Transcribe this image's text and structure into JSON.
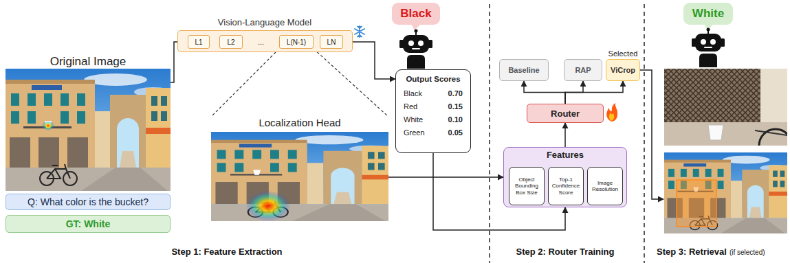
{
  "diagram": {
    "nodes": [
      {
        "text": [
          "Vision-Language Model"
        ]
      },
      {
        "text": [
          "L1"
        ],
        "in": 0
      },
      {
        "text": [
          "L2"
        ],
        "in": 0
      },
      {
        "text": [
          "L(N-1)"
        ],
        "in": 0
      },
      {
        "text": [
          "LN"
        ],
        "in": 0
      },
      {
        "text": [
          "Original Image"
        ]
      },
      {
        "text": [
          "Q: What color is the bucket?"
        ]
      },
      {
        "text": [
          "GT: White"
        ]
      },
      {
        "text": [
          "Localization Head"
        ]
      },
      {
        "text": [
          "Black"
        ]
      },
      {
        "text": [
          "Output Scores",
          "Black",
          "0.70",
          "Red",
          "0.15",
          "White",
          "0.10",
          "Green",
          "0.05"
        ]
      },
      {
        "text": [
          "Baseline"
        ]
      },
      {
        "text": [
          "RAP"
        ]
      },
      {
        "text": [
          "Selected",
          "ViCrop"
        ]
      },
      {
        "text": [
          "Router"
        ]
      },
      {
        "text": [
          "Features"
        ]
      },
      {
        "text": [
          "Object Bounding Box Size"
        ],
        "in": 15
      },
      {
        "text": [
          "Top-1 Confidence Score"
        ],
        "in": 15
      },
      {
        "text": [
          "Image Resolution"
        ],
        "in": 15
      },
      {
        "text": [
          "White"
        ]
      }
    ],
    "edges": [
      {
        "from": 5,
        "to": 1,
        "arrow": "to"
      },
      {
        "from": 1,
        "to": 2,
        "arrow": "to"
      },
      {
        "from": 2,
        "to": 3,
        "label": "...",
        "arrow": "to"
      },
      {
        "from": 3,
        "to": 4,
        "arrow": "to"
      },
      {
        "from": 3,
        "to": 8,
        "arrow": "none"
      },
      {
        "from": 4,
        "to": 10,
        "arrow": "to"
      },
      {
        "from": 8,
        "to": 15,
        "arrow": "to"
      },
      {
        "from": 10,
        "to": 15,
        "arrow": "to"
      },
      {
        "from": 15,
        "to": 14,
        "arrow": "to"
      },
      {
        "from": 14,
        "to": 11,
        "arrow": "to"
      },
      {
        "from": 14,
        "to": 12,
        "arrow": "to"
      },
      {
        "from": 14,
        "to": 13,
        "arrow": "to"
      }
    ],
    "labels": [
      "Step 1: Feature Extraction",
      "Step 2: Router Training",
      "Step 3: Retrieval",
      "(if selected)"
    ]
  }
}
